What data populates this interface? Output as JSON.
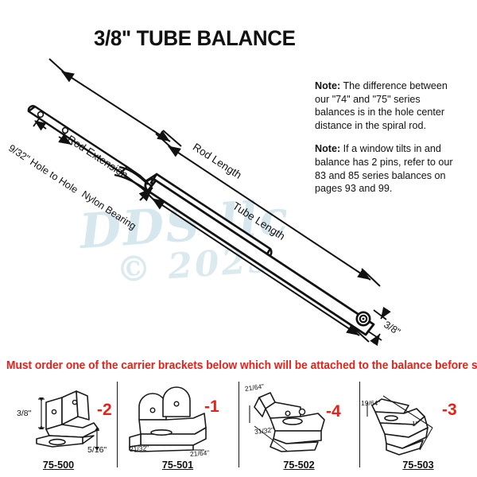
{
  "page": {
    "title": "3/8\" TUBE BALANCE",
    "watermark_line1": "DDS llc",
    "watermark_line2": "© 2023"
  },
  "notes": [
    {
      "label": "Note:",
      "text": " The difference between our \"74\" and \"75\" series balances is in the hole center distance in the spiral rod."
    },
    {
      "label": "Note:",
      "text": " If a window tilts in and balance has 2 pins, refer to our 83 and 85 series balances on pages 93 and 99."
    }
  ],
  "diagram": {
    "labels": {
      "rod_extension": "Rod Extension",
      "hole_to_hole": "9/32\" Hole to Hole",
      "rod_length": "Rod Length",
      "nylon_bearing": "Nylon Bearing",
      "tube_length": "Tube Length",
      "tube_diameter": "3/8\""
    }
  },
  "warning": {
    "text": "Must order one of the carrier brackets below which will be attached to the balance before shipping.",
    "color": "#e8201a"
  },
  "brackets": [
    {
      "part_number": "75-500",
      "index": "-2",
      "dim_a": "3/8\"",
      "dim_b": "5/16\""
    },
    {
      "part_number": "75-501",
      "index": "-1",
      "dim_a": "21/32\"",
      "dim_b": "21/64\""
    },
    {
      "part_number": "75-502",
      "index": "-4",
      "dim_a": "21/64\"",
      "dim_b": "31/32\""
    },
    {
      "part_number": "75-503",
      "index": "-3",
      "dim_a": "19/64\"",
      "dim_b": "1\""
    }
  ]
}
